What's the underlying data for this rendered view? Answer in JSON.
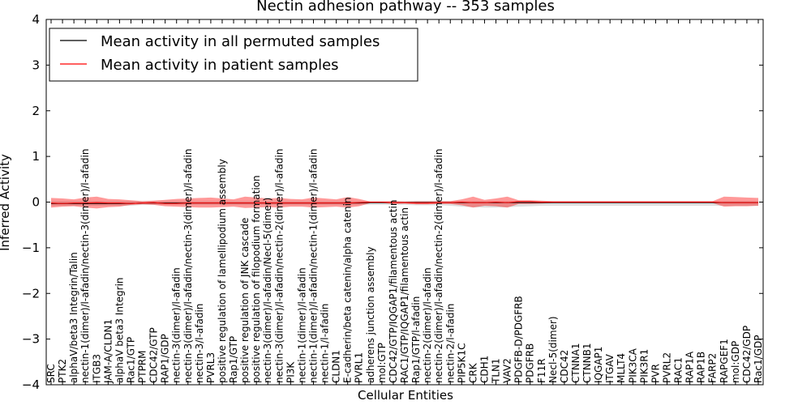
{
  "chart_data": {
    "type": "line",
    "title": "Nectin adhesion pathway -- 353 samples",
    "xlabel": "Cellular Entities",
    "ylabel": "Inferred Activity",
    "ylim": [
      -4,
      4
    ],
    "yticks": [
      -4,
      -3,
      -2,
      -1,
      0,
      1,
      2,
      3,
      4
    ],
    "ytick_labels": [
      "−4",
      "−3",
      "−2",
      "−1",
      "0",
      "1",
      "2",
      "3",
      "4"
    ],
    "grid": false,
    "legend_position": "top-left",
    "categories": [
      "SRC",
      "PTK2",
      "alphaV/beta3 Integrin/Talin",
      "nectin-1(dimer)/l-afadin/nectin-3(dimer)/l-afadin",
      "ITGB3",
      "JAM-A/CLDN1",
      "alphaV beta3 Integrin",
      "Rac1/GTP",
      "PTPRM",
      "CDC42/GTP",
      "RAP1/GDP",
      "nectin-3(dimer)/l-afadin",
      "nectin-3(dimer)/l-afadin/nectin-3(dimer)/l-afadin",
      "nectin-3/l-afadin",
      "PVRL3",
      "positive regulation of lamellipodium assembly",
      "Rap1/GTP",
      "positive regulation of JNK cascade",
      "positive regulation of filopodium formation",
      "nectin-3(dimer)/l-afadin/Necl-5(dimer)",
      "nectin-3(dimer)/l-afadin/nectin-2(dimer)/l-afadin",
      "PI3K",
      "nectin-1(dimer)/l-afadin",
      "nectin-1(dimer)/l-afadin/nectin-1(dimer)/l-afadin",
      "nectin-1/l-afadin",
      "CLDN1",
      "E-cadherin/beta catenin/alpha catenin",
      "PVRL1",
      "adherens junction assembly",
      "mol:GTP",
      "CDC42/GTP/IQGAP1/filamentous actin",
      "RAC1/GTP/IQGAP1/filamentous actin",
      "Rap1/GTP/l-afadin",
      "nectin-2(dimer)/l-afadin",
      "nectin-2(dimer)/l-afadin/nectin-2(dimer)/l-afadin",
      "nectin-2/l-afadin",
      "PIP5K1C",
      "CRK",
      "CDH1",
      "TLN1",
      "VAV2",
      "PDGFB-D/PDGFRB",
      "PDGFRB",
      "F11R",
      "Necl-5(dimer)",
      "CDC42",
      "CTNNA1",
      "CTNNB1",
      "IQGAP1",
      "ITGAV",
      "MLLT4",
      "PIK3CA",
      "PIK3R1",
      "PVR",
      "PVRL2",
      "RAC1",
      "RAP1A",
      "RAP1B",
      "FARP2",
      "RAPGEF1",
      "mol:GDP",
      "CDC42/GDP",
      "Rac1/GDP"
    ],
    "series": [
      {
        "name": "Mean activity in all permuted samples",
        "color": "#000000",
        "values": [
          -0.03,
          -0.03,
          -0.03,
          -0.03,
          -0.03,
          -0.03,
          -0.03,
          -0.03,
          -0.02,
          -0.02,
          -0.02,
          -0.02,
          -0.02,
          -0.02,
          -0.02,
          -0.02,
          -0.02,
          -0.02,
          -0.02,
          -0.02,
          -0.02,
          -0.02,
          -0.02,
          -0.02,
          -0.02,
          -0.02,
          -0.02,
          -0.02,
          -0.01,
          -0.01,
          -0.01,
          -0.01,
          -0.01,
          -0.01,
          -0.01,
          -0.01,
          -0.01,
          -0.01,
          -0.01,
          -0.01,
          -0.01,
          -0.01,
          -0.01,
          -0.01,
          -0.01,
          -0.01,
          -0.01,
          -0.01,
          -0.01,
          -0.01,
          -0.01,
          -0.01,
          -0.01,
          -0.01,
          -0.01,
          -0.01,
          -0.01,
          -0.01,
          -0.01,
          -0.01,
          -0.01,
          -0.01,
          -0.01
        ],
        "band_upper": [
          0.02,
          0.02,
          0.02,
          0.02,
          0.02,
          0.02,
          0.02,
          0.02,
          0.02,
          0.02,
          0.02,
          0.02,
          0.02,
          0.02,
          0.02,
          0.02,
          0.02,
          0.02,
          0.02,
          0.02,
          0.02,
          0.02,
          0.02,
          0.02,
          0.02,
          0.02,
          0.02,
          0.02,
          0.02,
          0.02,
          0.02,
          0.02,
          0.02,
          0.02,
          0.02,
          0.02,
          0.02,
          0.02,
          0.02,
          0.02,
          0.02,
          0.02,
          0.02,
          0.02,
          0.02,
          0.02,
          0.02,
          0.02,
          0.02,
          0.02,
          0.02,
          0.02,
          0.02,
          0.02,
          0.02,
          0.02,
          0.02,
          0.02,
          0.02,
          0.02,
          0.02,
          0.02,
          0.02
        ],
        "band_lower": [
          -0.08,
          -0.08,
          -0.08,
          -0.08,
          -0.08,
          -0.08,
          -0.08,
          -0.08,
          -0.06,
          -0.06,
          -0.06,
          -0.06,
          -0.06,
          -0.06,
          -0.06,
          -0.06,
          -0.06,
          -0.06,
          -0.06,
          -0.06,
          -0.06,
          -0.06,
          -0.06,
          -0.06,
          -0.06,
          -0.06,
          -0.06,
          -0.06,
          -0.06,
          -0.06,
          -0.06,
          -0.06,
          -0.07,
          -0.07,
          -0.07,
          -0.08,
          -0.1,
          -0.11,
          -0.12,
          -0.12,
          -0.11,
          -0.1,
          -0.09,
          -0.08,
          -0.08,
          -0.08,
          -0.08,
          -0.08,
          -0.08,
          -0.08,
          -0.08,
          -0.08,
          -0.08,
          -0.08,
          -0.08,
          -0.08,
          -0.08,
          -0.08,
          -0.08,
          -0.08,
          -0.08,
          -0.08,
          -0.08
        ]
      },
      {
        "name": "Mean activity in patient samples",
        "color": "#ff0000",
        "values": [
          -0.02,
          -0.03,
          -0.02,
          -0.02,
          -0.01,
          -0.02,
          -0.02,
          -0.03,
          -0.02,
          -0.01,
          -0.03,
          -0.03,
          -0.02,
          -0.02,
          -0.02,
          -0.02,
          -0.02,
          -0.02,
          -0.02,
          -0.02,
          -0.02,
          -0.02,
          -0.02,
          -0.02,
          -0.02,
          -0.02,
          -0.02,
          -0.01,
          0.0,
          0.0,
          -0.01,
          -0.01,
          -0.02,
          -0.02,
          -0.01,
          -0.01,
          0.0,
          -0.01,
          -0.01,
          0.0,
          -0.01,
          0.01,
          0.01,
          0.0,
          0.0,
          0.0,
          0.0,
          0.0,
          0.0,
          0.0,
          0.0,
          0.0,
          0.0,
          0.0,
          0.0,
          0.0,
          0.0,
          0.0,
          0.0,
          -0.01,
          -0.01,
          -0.01,
          -0.01
        ],
        "band_upper": [
          0.09,
          0.08,
          0.06,
          0.1,
          0.12,
          0.07,
          0.06,
          0.04,
          0.02,
          0.03,
          0.05,
          0.07,
          0.08,
          0.09,
          0.1,
          0.08,
          0.06,
          0.12,
          0.1,
          0.08,
          0.09,
          0.07,
          0.06,
          0.1,
          0.08,
          0.06,
          0.11,
          0.07,
          0.01,
          0.01,
          0.02,
          0.01,
          0.02,
          0.02,
          0.02,
          0.02,
          0.06,
          0.12,
          0.05,
          0.08,
          0.12,
          0.04,
          0.04,
          0.03,
          0.02,
          0.02,
          0.02,
          0.02,
          0.02,
          0.02,
          0.02,
          0.02,
          0.02,
          0.02,
          0.02,
          0.02,
          0.02,
          0.02,
          0.02,
          0.12,
          0.11,
          0.1,
          0.09
        ],
        "band_lower": [
          -0.12,
          -0.1,
          -0.09,
          -0.12,
          -0.14,
          -0.11,
          -0.1,
          -0.06,
          -0.05,
          -0.06,
          -0.09,
          -0.1,
          -0.11,
          -0.12,
          -0.12,
          -0.11,
          -0.1,
          -0.13,
          -0.12,
          -0.11,
          -0.12,
          -0.1,
          -0.1,
          -0.12,
          -0.11,
          -0.1,
          -0.12,
          -0.09,
          -0.02,
          -0.02,
          -0.04,
          -0.03,
          -0.05,
          -0.05,
          -0.04,
          -0.04,
          -0.07,
          -0.12,
          -0.08,
          -0.09,
          -0.12,
          -0.04,
          -0.04,
          -0.03,
          -0.02,
          -0.02,
          -0.02,
          -0.02,
          -0.02,
          -0.02,
          -0.02,
          -0.02,
          -0.02,
          -0.02,
          -0.02,
          -0.02,
          -0.02,
          -0.02,
          -0.02,
          -0.1,
          -0.09,
          -0.09,
          -0.08
        ]
      }
    ]
  }
}
